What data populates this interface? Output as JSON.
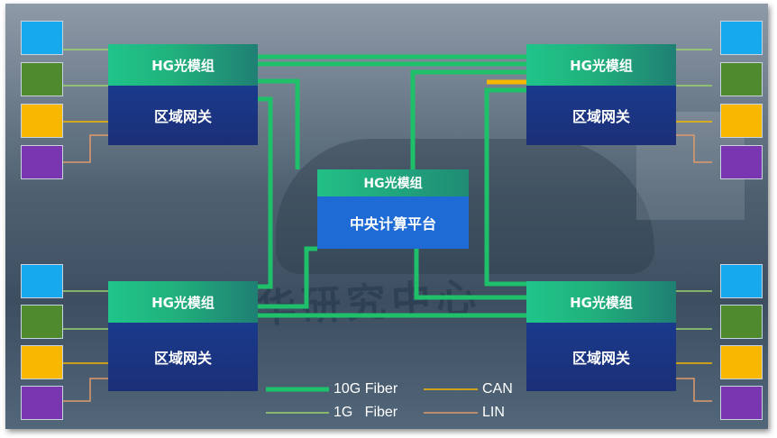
{
  "modules": {
    "top_left": {
      "optical": "HG光模组",
      "gateway": "区域网关"
    },
    "top_right": {
      "optical": "HG光模组",
      "gateway": "区域网关"
    },
    "bottom_left": {
      "optical": "HG光模组",
      "gateway": "区域网关"
    },
    "bottom_right": {
      "optical": "HG光模组",
      "gateway": "区域网关"
    }
  },
  "central": {
    "optical": "HG光模组",
    "platform": "中央计算平台"
  },
  "legend": {
    "fiber_10g": "10G Fiber",
    "fiber_1g": "1G   Fiber",
    "can": "CAN",
    "lin": "LIN"
  },
  "watermark": "水清木华研究中心",
  "colors": {
    "fiber_10g": "#1ec06a",
    "fiber_1g": "#9bd36a",
    "can": "#f5b800",
    "lin": "#e09a6a",
    "sensor_blue": "#16a9ee",
    "sensor_green": "#4f8a2e",
    "sensor_yellow": "#f8b800",
    "sensor_purple": "#7a35b0"
  }
}
